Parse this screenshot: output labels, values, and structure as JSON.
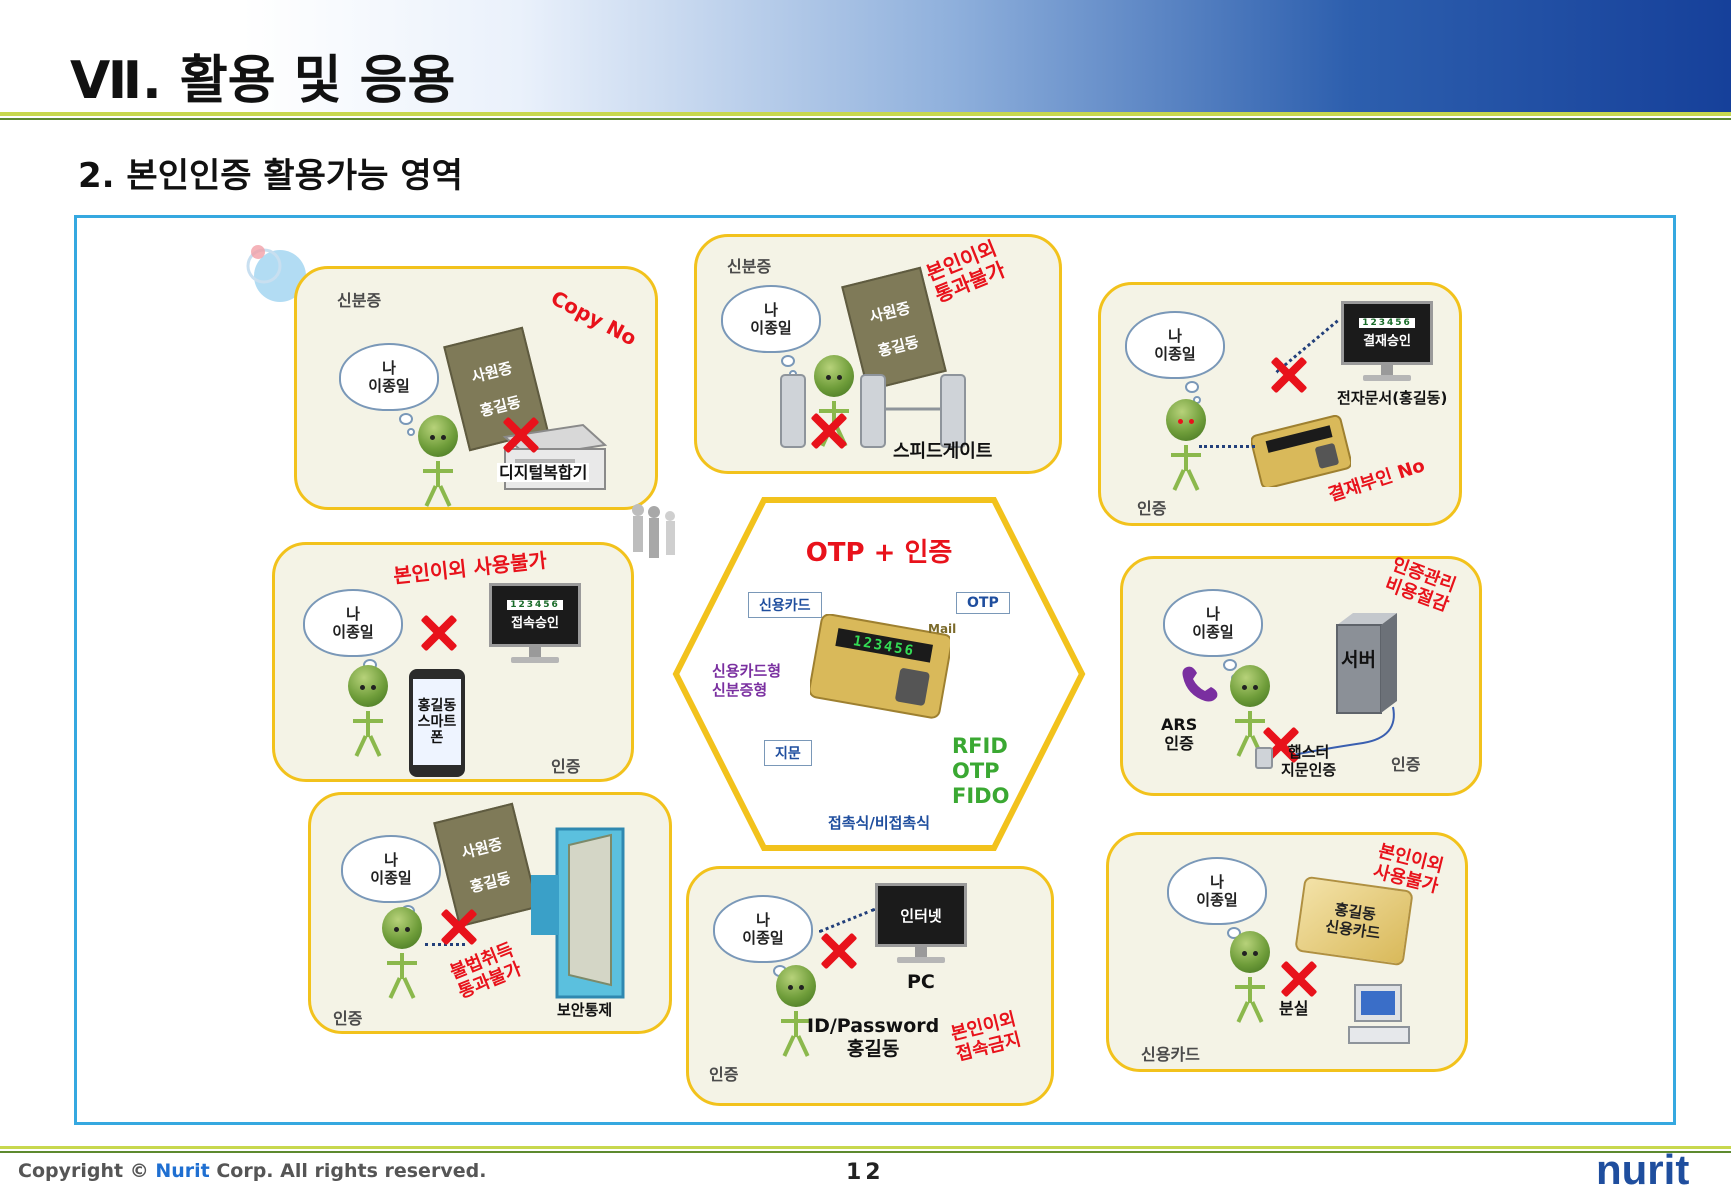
{
  "header": {
    "title": "Ⅶ. 활용 및 응용",
    "section": "2. 본인인증 활용가능 영역"
  },
  "common": {
    "bubble_line1": "나",
    "bubble_line2": "이종일"
  },
  "panels": {
    "copy": {
      "tag": "신분증",
      "warn": "Copy No",
      "card_line1": "사원증",
      "card_line2": "홍길동",
      "device": "디지털복합기"
    },
    "gate": {
      "tag": "신분증",
      "warn_line1": "본인이외",
      "warn_line2": "통과불가",
      "card_line1": "사원증",
      "card_line2": "홍길동",
      "device": "스피드게이트"
    },
    "payment": {
      "monitor": "결재승인",
      "digits": "123456",
      "doc": "전자문서(홍길동)",
      "tag": "인증",
      "warn": "결재부인 No"
    },
    "phone": {
      "warn": "본인이외 사용불가",
      "monitor": "접속승인",
      "digits": "123456",
      "phone_line1": "홍길동",
      "phone_line2": "스마트",
      "phone_line3": "폰",
      "tag": "인증"
    },
    "server": {
      "warn_line1": "인증관리",
      "warn_line2": "비용절감",
      "server": "서버",
      "ars_line1": "ARS",
      "ars_line2": "인증",
      "device_line1": "햅스터",
      "device_line2": "지문인증",
      "tag": "인증"
    },
    "door": {
      "card_line1": "사원증",
      "card_line2": "홍길동",
      "warn_line1": "불법취득",
      "warn_line2": "통과불가",
      "tag": "인증",
      "device": "보안통제"
    },
    "pc": {
      "monitor": "인터넷",
      "pc": "PC",
      "id_line1": "ID/Password",
      "id_line2": "홍길동",
      "warn_line1": "본인이외",
      "warn_line2": "접속금지",
      "tag": "인증"
    },
    "credit": {
      "warn_line1": "본인이외",
      "warn_line2": "사용불가",
      "card_line1": "홍길동",
      "card_line2": "신용카드",
      "lost": "분실",
      "tag": "신용카드"
    }
  },
  "center": {
    "title": "OTP + 인증",
    "box_credit": "신용카드",
    "box_otp": "OTP",
    "box_finger": "지문",
    "type_line1": "신용카드형",
    "type_line2": "신분증형",
    "tech_line1": "RFID",
    "tech_line2": "OTP",
    "tech_line3": "FIDO",
    "contact": "접촉식/비접촉식",
    "card_digits": "123456",
    "card_mail": "Mail"
  },
  "footer": {
    "copy_prefix": "Copyright © ",
    "copy_brand": "Nurit",
    "copy_suffix": " Corp. All rights reserved.",
    "page": "12",
    "logo": "nurit"
  },
  "colors": {
    "panel_border": "#f2c21c",
    "panel_bg": "#f4f3e6",
    "warn_red": "#e8121b",
    "frame_blue": "#35a8e0",
    "tech_green": "#3aa832"
  }
}
